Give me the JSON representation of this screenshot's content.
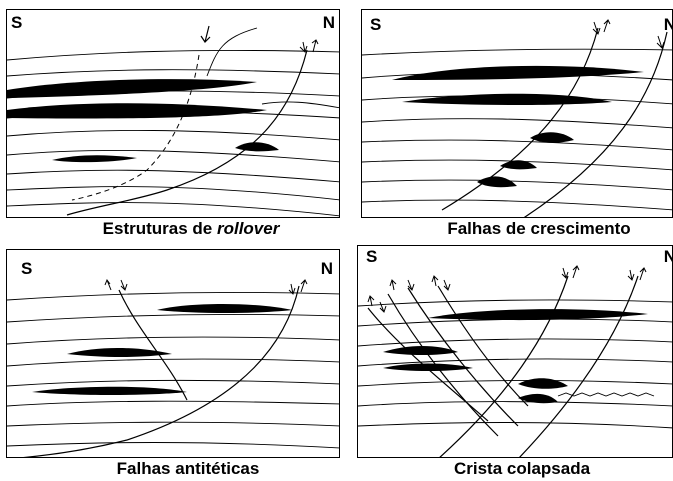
{
  "panels": [
    {
      "id": "a",
      "left": "S",
      "right": "N",
      "caption": "Estruturas de ",
      "caption_italic": "rollover"
    },
    {
      "id": "b",
      "left": "S",
      "right": "N",
      "caption": "Falhas de crescimento"
    },
    {
      "id": "c",
      "left": "S",
      "right": "N",
      "caption": "Falhas antitéticas"
    },
    {
      "id": "d",
      "left": "S",
      "right": "N",
      "caption": "Crista colapsada"
    }
  ],
  "colors": {
    "ink": "#000000",
    "paper": "#ffffff"
  }
}
